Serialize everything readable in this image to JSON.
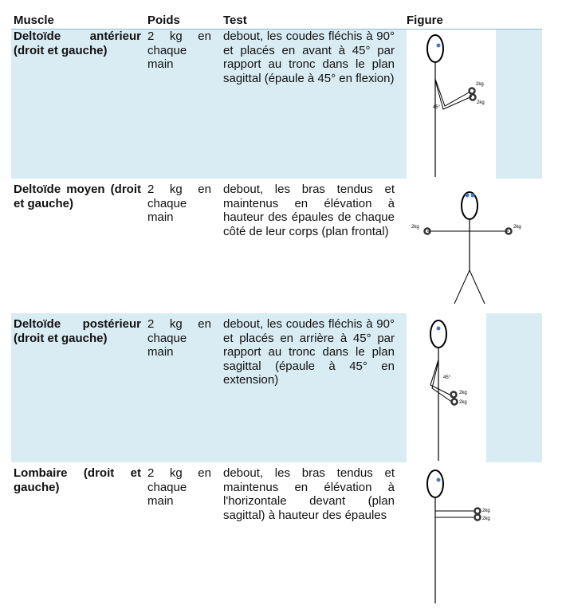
{
  "headers": {
    "muscle": "Muscle",
    "poids": "Poids",
    "test": "Test",
    "figure": "Figure"
  },
  "rows": [
    {
      "muscle": "Deltoïde antérieur (droit et gauche)",
      "poids": "2 kg en chaque main",
      "test": "debout, les coudes fléchis à 90° et placés en avant à 45° par rapport au tronc dans le plan sagittal (épaule à 45° en flexion)",
      "figure": {
        "weight_label_1": "2kg",
        "weight_label_2": "2kg",
        "angle_label": "45°"
      }
    },
    {
      "muscle": "Deltoïde moyen (droit et gauche)",
      "poids": "2 kg en chaque main",
      "test": "debout, les bras tendus et maintenus en élévation à hauteur des épaules de chaque côté de leur corps (plan frontal)",
      "figure": {
        "weight_label_left": "2kg",
        "weight_label_right": "2kg"
      }
    },
    {
      "muscle": "Deltoïde postérieur (droit et gauche)",
      "poids": "2 kg en chaque main",
      "test": "debout, les coudes fléchis à 90° et placés en arrière à 45° par rapport au tronc dans le plan sagittal (épaule à 45° en extension)",
      "figure": {
        "weight_label_1": "2kg",
        "weight_label_2": "2kg",
        "angle_label": "45°"
      }
    },
    {
      "muscle": "Lombaire (droit et gauche)",
      "poids": "2 kg en chaque main",
      "test": "debout, les bras tendus et maintenus en élévation à l'horizontale devant (plan sagittal) à hauteur des épaules",
      "figure": {
        "weight_label_1": "2kg",
        "weight_label_2": "2kg"
      }
    }
  ],
  "colors": {
    "band": "#d9ecf3",
    "head_dot": "#4a78c0",
    "weight": "#3a3a3a"
  }
}
